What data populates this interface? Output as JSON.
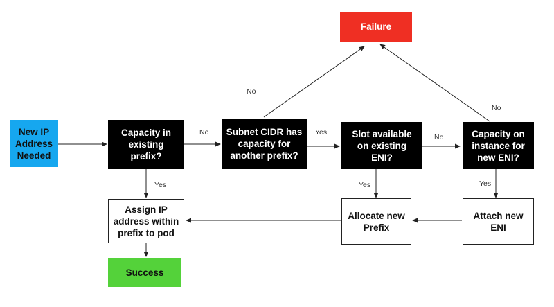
{
  "nodes": {
    "start": "New IP\nAddress\nNeeded",
    "capacity_prefix": "Capacity in\nexisting prefix?",
    "subnet_cidr": "Subnet CIDR has\ncapacity for\nanother prefix?",
    "slot_eni": "Slot available\non existing\nENI?",
    "capacity_instance": "Capacity on\ninstance for\nnew ENI?",
    "failure": "Failure",
    "assign_ip": "Assign IP\naddress within\nprefix to pod",
    "allocate_prefix": "Allocate new\nPrefix",
    "attach_eni": "Attach new\nENI",
    "success": "Success"
  },
  "edge_labels": {
    "prefix_no": "No",
    "prefix_yes": "Yes",
    "subnet_no": "No",
    "subnet_yes": "Yes",
    "slot_no": "No",
    "slot_yes": "Yes",
    "instance_no": "No",
    "instance_yes": "Yes"
  },
  "colors": {
    "start": "#16a7ef",
    "decision": "#000000",
    "success": "#54d23a",
    "failure": "#ef2f23"
  }
}
